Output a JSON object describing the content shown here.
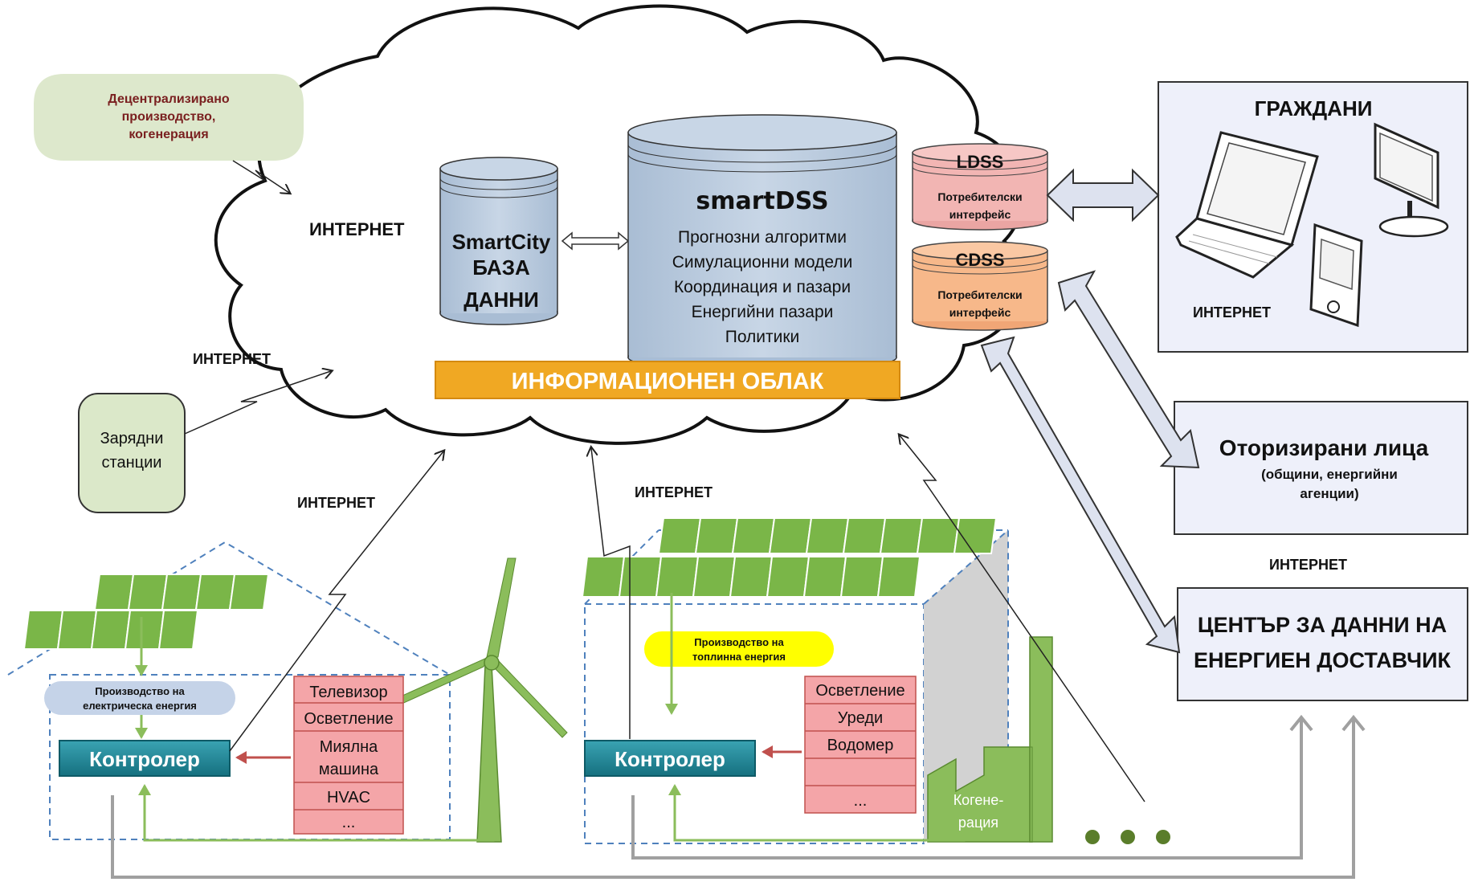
{
  "cloud": {
    "internet_label": "ИНТЕРНЕТ",
    "database": {
      "line1": "SmartCity",
      "line2": "БАЗА",
      "line3": "ДАННИ"
    },
    "smartdss": {
      "title": "smartDSS",
      "items": [
        "Прогнозни алгоритми",
        "Симулационни модели",
        "Координация и пазари",
        "Енергийни пазари",
        "Политики"
      ]
    },
    "ldss": {
      "title": "LDSS",
      "line1": "Потребителски",
      "line2": "интерфейс"
    },
    "cdss": {
      "title": "CDSS",
      "line1": "Потребителски",
      "line2": "интерфейс"
    },
    "banner": "ИНФОРМАЦИОНЕН ОБЛАК"
  },
  "decentral": {
    "line1": "Децентрализирано",
    "line2": "производство,",
    "line3": "когенерация"
  },
  "charging": {
    "line1": "Зарядни",
    "line2": "станции"
  },
  "citizens": {
    "title": "ГРАЖДАНИ",
    "internet_label": "ИНТЕРНЕТ"
  },
  "authorized": {
    "title": "Оторизирани лица",
    "line1": "(общини, енергийни",
    "line2": "агенции)"
  },
  "datacenter": {
    "line1": "ЦЕНТЪР ЗА ДАННИ НА",
    "line2": "ЕНЕРГИЕН ДОСТАВЧИК"
  },
  "internet_labels": [
    "ИНТЕРНЕТ",
    "ИНТЕРНЕТ",
    "ИНТЕРНЕТ",
    "ИНТЕРНЕТ"
  ],
  "house1": {
    "production": {
      "line1": "Производство на",
      "line2": "електрическа енергия"
    },
    "controller": "Контролер",
    "devices": [
      "Телевизор",
      "Осветление",
      "Миялна",
      "машина",
      "HVAC",
      "..."
    ]
  },
  "house2": {
    "production": {
      "line1": "Производство на",
      "line2": "топлинна енергия"
    },
    "controller": "Контролер",
    "devices": [
      "Осветление",
      "Уреди",
      "Водомер",
      "",
      "..."
    ],
    "cogeneration": {
      "line1": "Когене-",
      "line2": "рация"
    }
  },
  "colors": {
    "panel_green": "#7ab648",
    "controller_teal": "#1d7f8f",
    "device_pink": "#f4a5a8",
    "banner_orange": "#f0a823",
    "db_blue": "#b9c9dc",
    "box_lavender": "#eef0fa"
  }
}
